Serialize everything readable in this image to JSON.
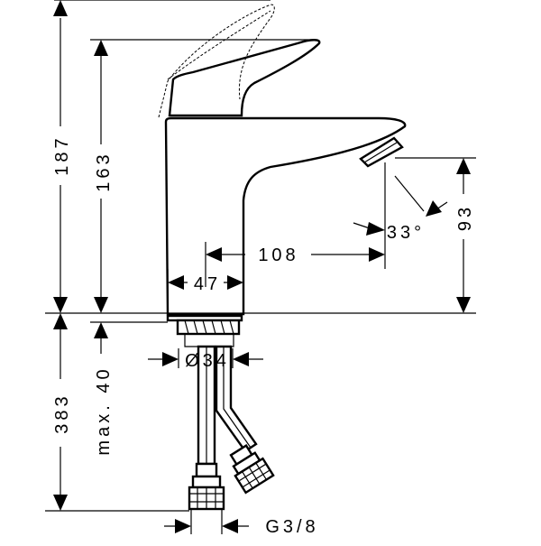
{
  "drawing": {
    "dimensions": {
      "total_height": "187",
      "spout_height": "163",
      "outlet_height": "93",
      "spout_reach": "108",
      "body_width": "47",
      "outlet_angle": "33°",
      "hole_diameter": "Ø34",
      "below_deck_total": "383",
      "max_deck_thickness": "max. 40",
      "connection_thread": "G3/8"
    }
  }
}
